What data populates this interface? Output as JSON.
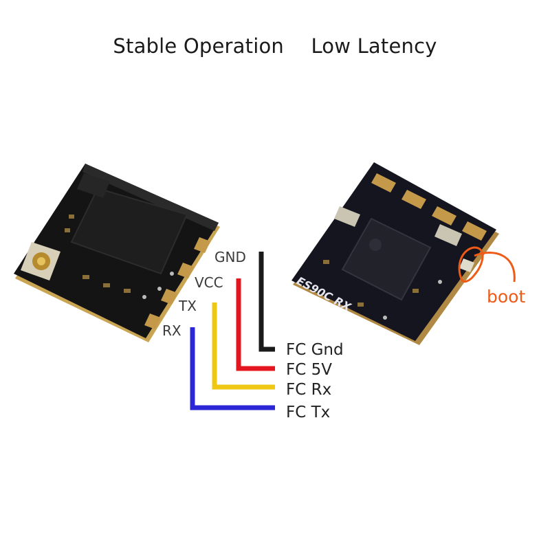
{
  "headline": {
    "left": "Stable Operation",
    "right": "Low Latency"
  },
  "left_board": {
    "pins": [
      "GND",
      "VCC",
      "TX",
      "RX"
    ]
  },
  "right_board": {
    "silkscreen": "ES90C RX",
    "boot_label": "boot"
  },
  "wiring": [
    {
      "pin": "GND",
      "destination": "FC Gnd",
      "color": "#1a1a1a"
    },
    {
      "pin": "VCC",
      "destination": "FC 5V",
      "color": "#e4161d"
    },
    {
      "pin": "TX",
      "destination": "FC Rx",
      "color": "#f0c814"
    },
    {
      "pin": "RX",
      "destination": "FC Tx",
      "color": "#2b27d6"
    }
  ],
  "accent": {
    "boot_marker": "#ef5a16"
  }
}
